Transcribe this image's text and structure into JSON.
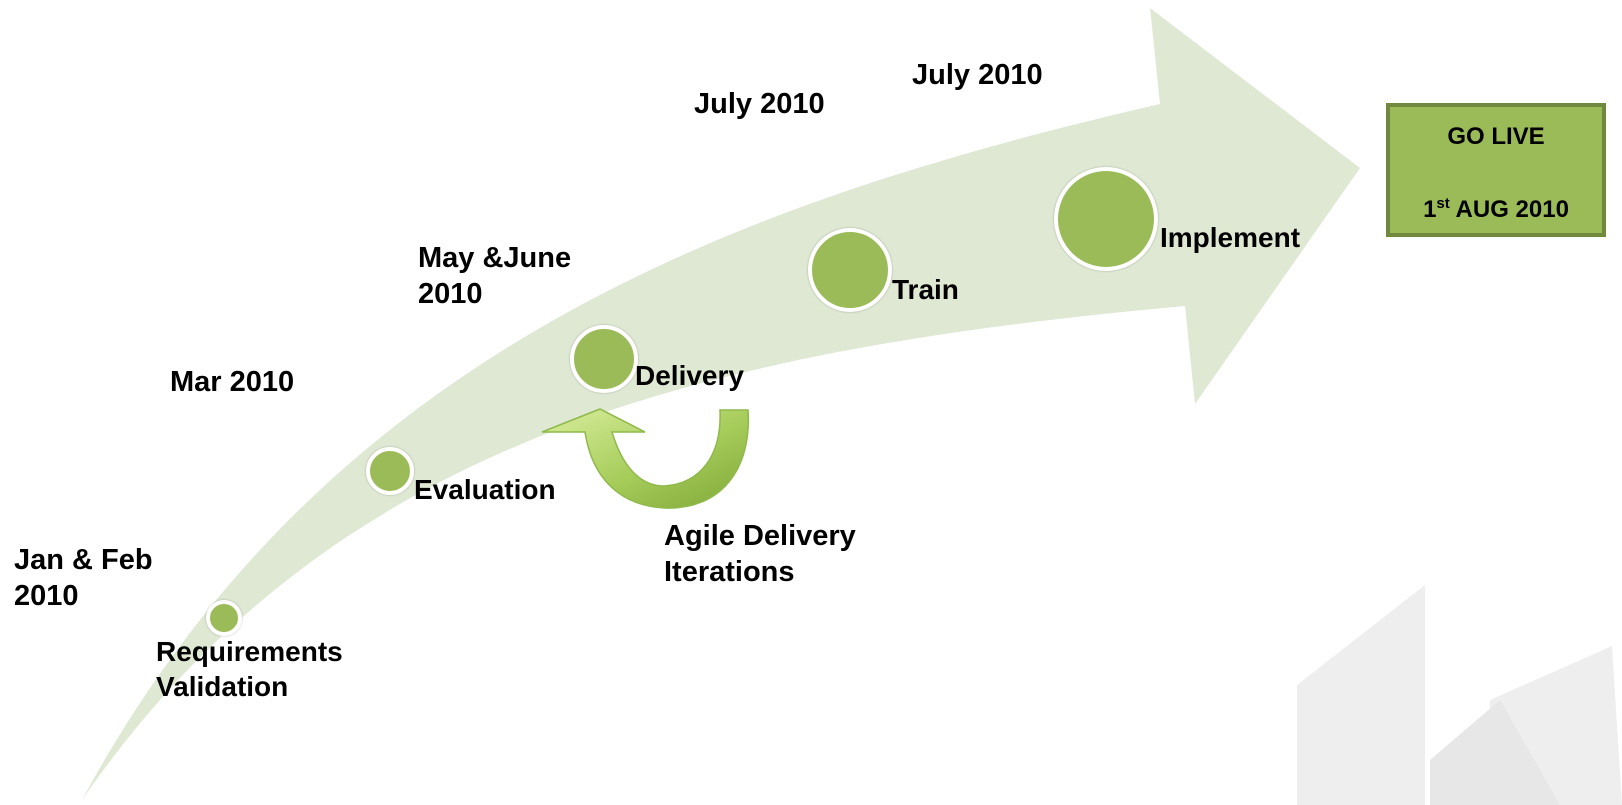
{
  "milestones": [
    {
      "date_line1": "Jan & Feb",
      "date_line2": "2010",
      "label_line1": "Requirements",
      "label_line2": "Validation"
    },
    {
      "date_line1": "Mar 2010",
      "label_line1": "Evaluation"
    },
    {
      "date_line1": "May &June",
      "date_line2": "2010",
      "label_line1": "Delivery"
    },
    {
      "date_line1": "July 2010",
      "label_line1": "Train"
    },
    {
      "date_line1": "July 2010",
      "label_line1": "Implement"
    }
  ],
  "iterations": {
    "line1": "Agile Delivery",
    "line2": "Iterations"
  },
  "go_live": {
    "title": "GO LIVE",
    "date_prefix": "1",
    "date_sup": "st",
    "date_rest": " AUG 2010"
  },
  "colors": {
    "arrow": "#dfe8d3",
    "dot": "#9bbb59",
    "box_border": "#71893f",
    "loop": "#a6cc5a",
    "watermark": "#eeeeee"
  },
  "icons": [
    "curved-arrow-icon",
    "loop-arrow-icon",
    "watermark-logo-icon"
  ]
}
